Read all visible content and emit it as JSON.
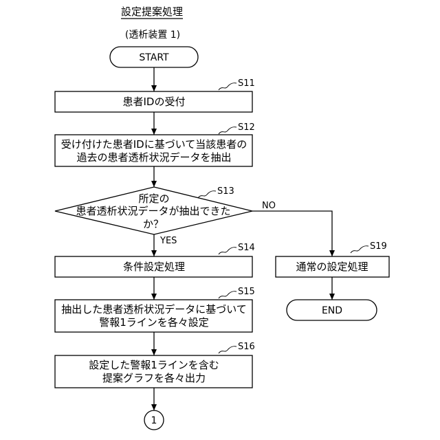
{
  "title": "設定提案処理",
  "subtitle": "(透析装置 1)",
  "start": "START",
  "steps": {
    "s11": {
      "id": "S11",
      "lines": [
        "患者IDの受付"
      ]
    },
    "s12": {
      "id": "S12",
      "lines": [
        "受け付けた患者IDに基づいて当該患者の",
        "過去の患者透析状況データを抽出"
      ]
    },
    "s13": {
      "id": "S13",
      "lines": [
        "所定の",
        "患者透析状況データが抽出できた",
        "か？"
      ]
    },
    "s14": {
      "id": "S14",
      "lines": [
        "条件設定処理"
      ]
    },
    "s15": {
      "id": "S15",
      "lines": [
        "抽出した患者透析状況データに基づいて",
        "警報1ラインを各々設定"
      ]
    },
    "s16": {
      "id": "S16",
      "lines": [
        "設定した警報1ラインを含む",
        "提案グラフを各々出力"
      ]
    },
    "s19": {
      "id": "S19",
      "lines": [
        "通常の設定処理"
      ]
    }
  },
  "branches": {
    "no": "NO",
    "yes": "YES"
  },
  "connector": "1",
  "end": "END"
}
